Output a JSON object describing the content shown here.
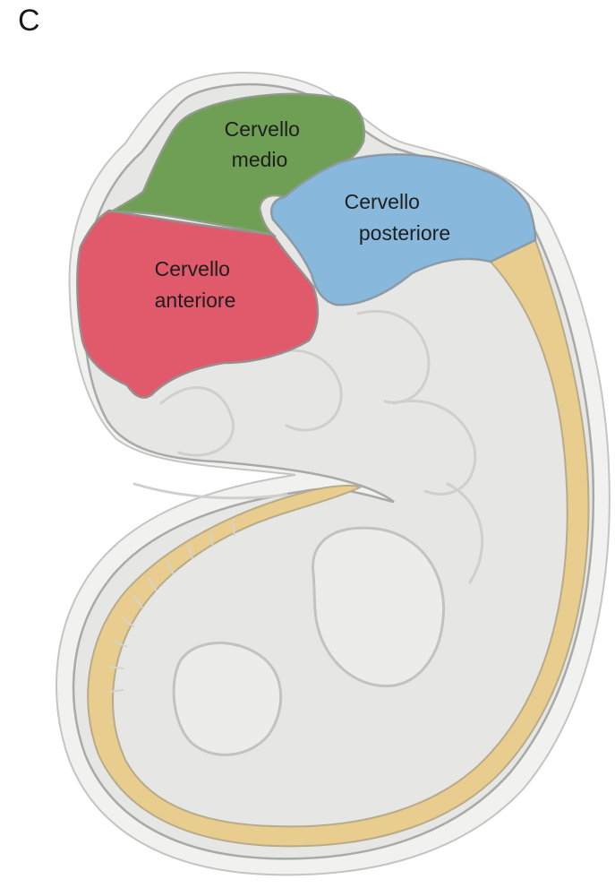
{
  "panel_letter": "C",
  "regions": {
    "midbrain": {
      "lines": [
        "Cervello",
        "medio"
      ],
      "color": "#6f9e55"
    },
    "hindbrain": {
      "lines": [
        "Cervello",
        "posteriore"
      ],
      "color": "#88b9dd"
    },
    "forebrain": {
      "lines": [
        "Cervello",
        "anteriore"
      ],
      "color": "#e05a6b"
    },
    "spinal_cord": {
      "color": "#e9cd8f"
    }
  },
  "embryo_fill": "#e6e6e4",
  "embryo_outline": "#a9a9a7"
}
